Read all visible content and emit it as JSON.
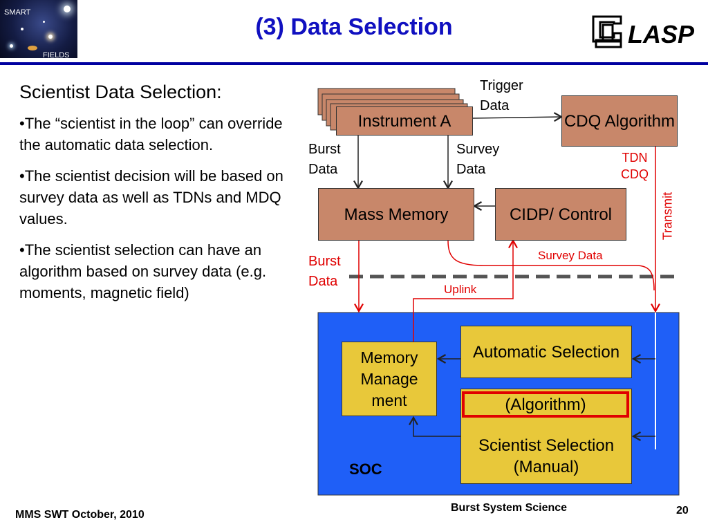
{
  "header": {
    "title": "(3) Data Selection",
    "logo_left_top": "SMART",
    "logo_left_bottom": "FIELDS",
    "logo_right": "LASP"
  },
  "text_panel": {
    "heading": "Scientist Data Selection:",
    "bullets": [
      "•The “scientist in the loop” can override the automatic data selection.",
      "•The scientist decision will be based on survey data as well as TDNs and MDQ values.",
      "•The scientist selection can have an algorithm based on survey data (e.g. moments, magnetic field)"
    ]
  },
  "diagram": {
    "instrument": "Instrument A",
    "trigger_data": "Trigger Data",
    "cdq": "CDQ Algorithm",
    "burst_data": "Burst Data",
    "survey_data": "Survey Data",
    "tdn_cdq": "TDN CDQ",
    "mass_memory": "Mass Memory",
    "cidp": "CIDP/ Control",
    "transmit": "Transmit",
    "burst_data_red": "Burst Data",
    "survey_data_red": "Survey Data",
    "uplink": "Uplink",
    "automatic_selection": "Automatic Selection",
    "memory_management": "Memory Manage ment",
    "algorithm": "(Algorithm)",
    "scientist_selection": "Scientist Selection (Manual)",
    "soc": "SOC"
  },
  "footer": {
    "left": "MMS SWT October, 2010",
    "center": "Burst System Science",
    "page": "20"
  },
  "colors": {
    "title": "#1010c0",
    "box_brown": "#c8876a",
    "box_yellow": "#e8c83a",
    "soc_blue": "#1f5ff7",
    "alert_red": "#e00000",
    "dashed_rule": "#555555"
  }
}
